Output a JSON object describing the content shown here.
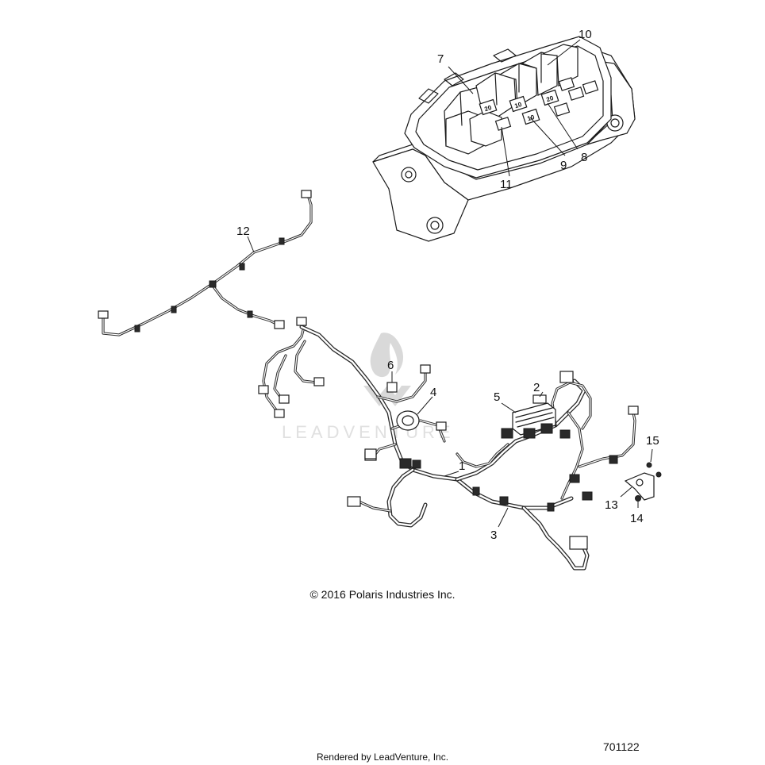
{
  "callouts": {
    "c1": "1",
    "c2": "2",
    "c3": "3",
    "c4": "4",
    "c5": "5",
    "c6": "6",
    "c7": "7",
    "c8": "8",
    "c9": "9",
    "c10": "10",
    "c11": "11",
    "c12": "12",
    "c13": "13",
    "c14": "14",
    "c15": "15"
  },
  "fuse_labels": {
    "f1": "20",
    "f2": "10",
    "f3": "20",
    "f4": "10"
  },
  "watermark": {
    "text": "LEADVENTURE"
  },
  "footer": {
    "copyright": "© 2016 Polaris Industries Inc.",
    "rendered_by": "Rendered by LeadVenture, Inc.",
    "diagram_number": "701122"
  },
  "colors": {
    "line": "#1a1a1a",
    "watermark": "#d9d9d9",
    "background": "#ffffff"
  }
}
